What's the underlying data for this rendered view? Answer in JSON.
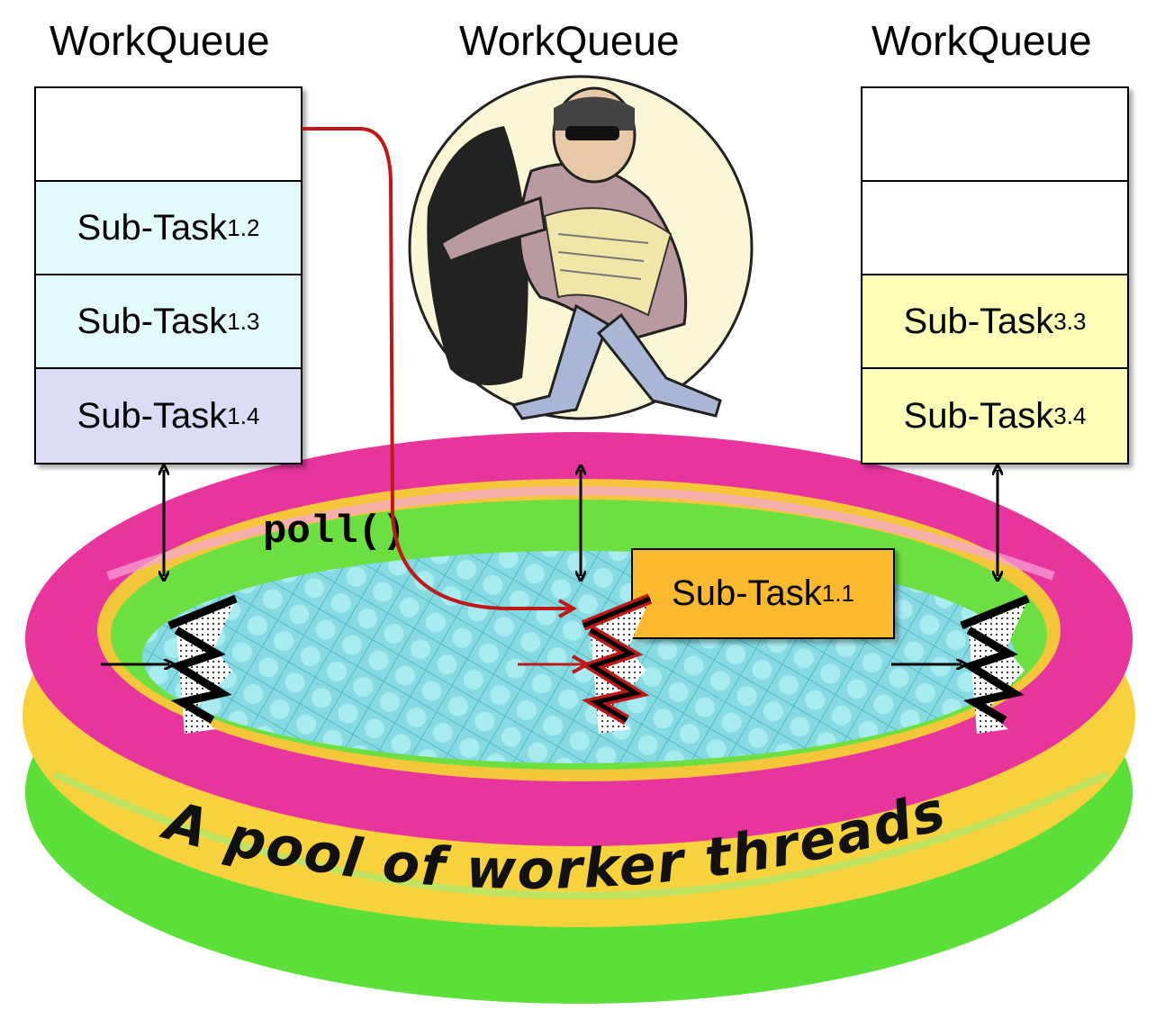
{
  "queues": [
    {
      "title": "WorkQueue",
      "slots": [
        {
          "label": "",
          "sub": "",
          "color": "empty"
        },
        {
          "label": "Sub-Task",
          "sub": "1.2",
          "color": "cyan"
        },
        {
          "label": "Sub-Task",
          "sub": "1.3",
          "color": "cyan"
        },
        {
          "label": "Sub-Task",
          "sub": "1.4",
          "color": "lavender"
        }
      ]
    },
    {
      "title": "WorkQueue",
      "slots": []
    },
    {
      "title": "WorkQueue",
      "slots": [
        {
          "label": "",
          "sub": "",
          "color": "empty"
        },
        {
          "label": "",
          "sub": "",
          "color": "empty"
        },
        {
          "label": "Sub-Task",
          "sub": "3.3",
          "color": "yellow"
        },
        {
          "label": "Sub-Task",
          "sub": "3.4",
          "color": "yellow"
        }
      ]
    }
  ],
  "stolen_task": {
    "label": "Sub-Task",
    "sub": "1.1"
  },
  "poll_label": "poll()",
  "pool_caption": "A pool of worker threads",
  "colors": {
    "pool_pink": "#e8359e",
    "pool_yellow": "#f7d23c",
    "pool_green": "#5be03a",
    "water": "#7fd6e0",
    "steal_arrow": "#c01818",
    "stolen_task": "#fbb930"
  },
  "icons": [
    "thief-icon",
    "thread-icon",
    "steal-arrow-icon"
  ]
}
